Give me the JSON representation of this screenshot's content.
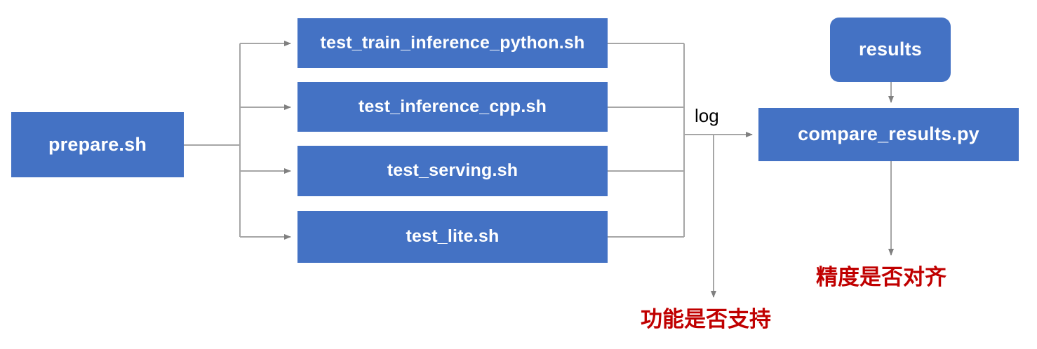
{
  "diagram": {
    "title": "PaddlePaddle TIPC test pipeline flowchart",
    "colors": {
      "node_fill": "#4472C4",
      "node_text": "#FFFFFF",
      "connector": "#A6A6A6",
      "arrow_head": "#808080",
      "note_text": "#C00000",
      "label_text": "#000000",
      "background": "#FFFFFF"
    },
    "nodes": {
      "prepare": {
        "label": "prepare.sh"
      },
      "test_train_inference_python": {
        "label": "test_train_inference_python.sh"
      },
      "test_inference_cpp": {
        "label": "test_inference_cpp.sh"
      },
      "test_serving": {
        "label": "test_serving.sh"
      },
      "test_lite": {
        "label": "test_lite.sh"
      },
      "results": {
        "label": "results"
      },
      "compare_results": {
        "label": "compare_results.py"
      }
    },
    "edge_labels": {
      "log": "log"
    },
    "notes": {
      "function_supported": "功能是否支持",
      "accuracy_aligned": "精度是否对齐"
    }
  }
}
